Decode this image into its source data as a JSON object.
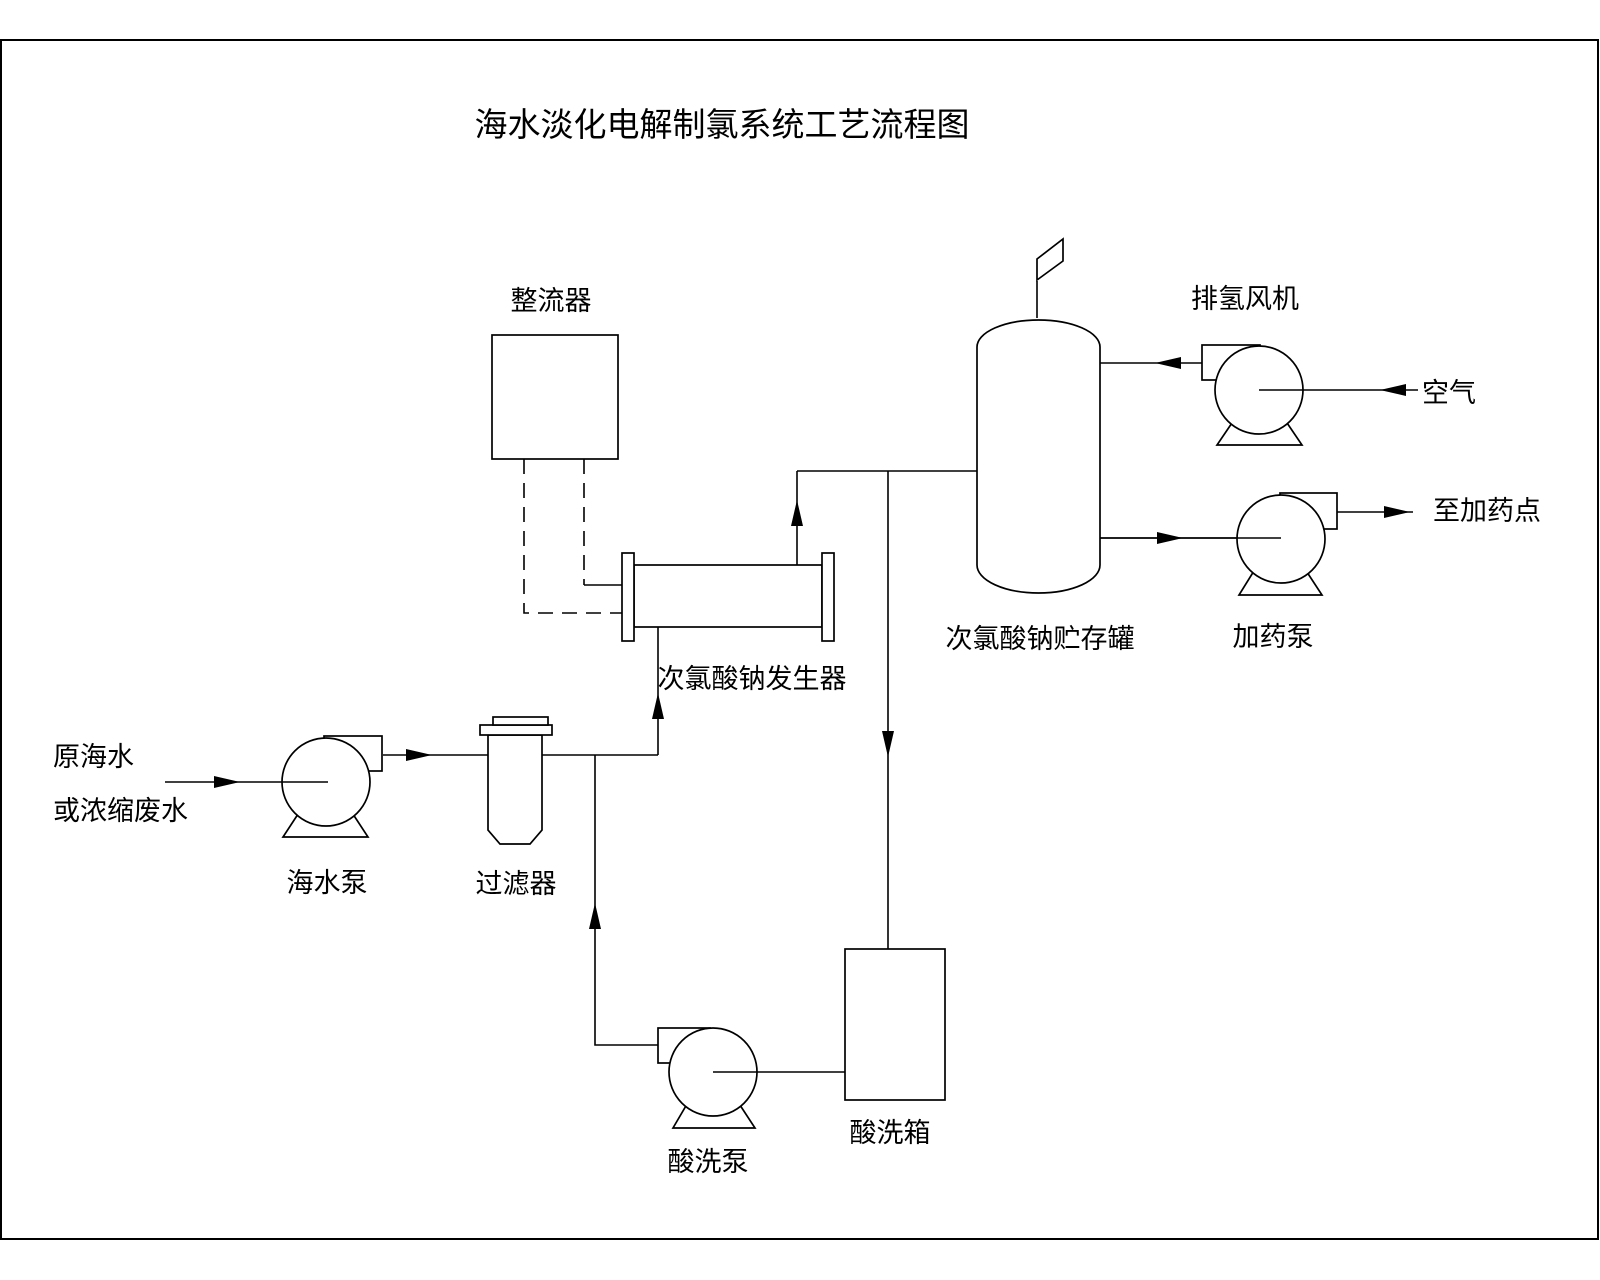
{
  "title": "海水淡化电解制氯系统工艺流程图",
  "equipment": {
    "rectifier": "整流器",
    "generator": "次氯酸钠发生器",
    "storage_tank": "次氯酸钠贮存罐",
    "hydrogen_exhaust_fan": "排氢风机",
    "dosing_pump": "加药泵",
    "seawater_pump": "海水泵",
    "filter": "过滤器",
    "acid_wash_pump": "酸洗泵",
    "acid_wash_tank": "酸洗箱"
  },
  "streams": {
    "raw_seawater": "原海水",
    "or_concentrated_wastewater": "或浓缩废水",
    "air": "空气",
    "to_dosing_point": "至加药点"
  },
  "colors": {
    "line": "#000000",
    "background": "#ffffff"
  }
}
